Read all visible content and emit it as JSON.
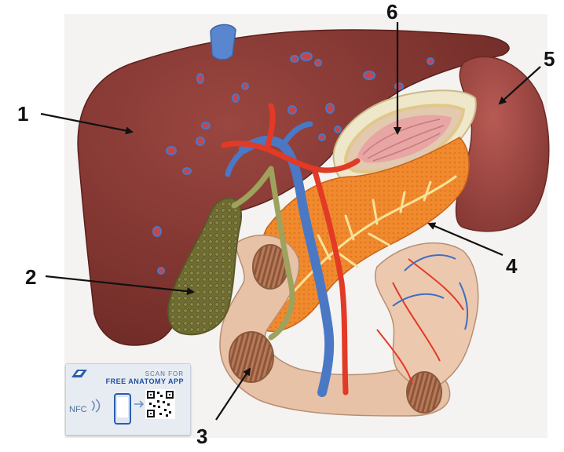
{
  "labels": [
    {
      "id": "1",
      "text": "1"
    },
    {
      "id": "2",
      "text": "2"
    },
    {
      "id": "3",
      "text": "3"
    },
    {
      "id": "4",
      "text": "4"
    },
    {
      "id": "5",
      "text": "5"
    },
    {
      "id": "6",
      "text": "6"
    }
  ],
  "card": {
    "scan_text": "Scan for",
    "app_text": "Free Anatomy App",
    "nfc_text": "NFC"
  },
  "colors": {
    "liver": "#8e3a34",
    "gallbladder": "#7c7a3c",
    "duodenum": "#e9c4a7",
    "pancreas": "#f08a2e",
    "spleen": "#a84c47",
    "stomach_section": "#f5e9b8",
    "vein": "#4a78c4",
    "artery": "#e23a26",
    "bile_duct": "#9aa35a"
  },
  "icons": [
    "nfc-icon",
    "phone-icon",
    "qr-code-icon",
    "logo-icon",
    "arrow-icon"
  ]
}
